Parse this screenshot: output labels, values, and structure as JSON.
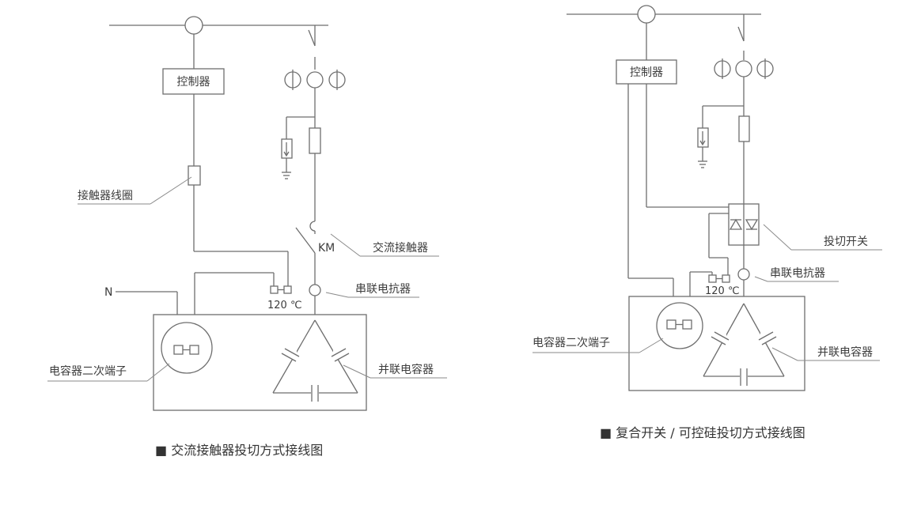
{
  "left_diagram": {
    "controller": "控制器",
    "contactor_coil": "接触器线圈",
    "ac_contactor": "交流接触器",
    "km": "KM",
    "series_reactor": "串联电抗器",
    "neutral": "N",
    "temperature": "120 ℃",
    "capacitor_terminal": "电容器二次端子",
    "parallel_capacitor": "并联电容器",
    "caption": "■ 交流接触器投切方式接线图"
  },
  "right_diagram": {
    "controller": "控制器",
    "switch": "投切开关",
    "series_reactor": "串联电抗器",
    "temperature": "120 ℃",
    "capacitor_terminal": "电容器二次端子",
    "parallel_capacitor": "并联电容器",
    "caption": "■ 复合开关 / 可控硅投切方式接线图"
  }
}
